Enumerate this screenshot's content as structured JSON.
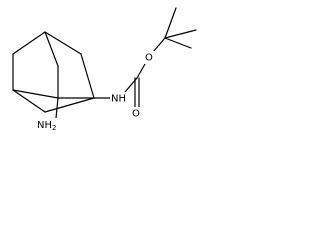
{
  "molecule": {
    "labels": {
      "nh2": "NH",
      "nh2_subscript": "2",
      "nh": "NH",
      "o_ester": "O",
      "o_carbonyl": "O"
    },
    "colors": {
      "bond": "#000000",
      "text": "#000000",
      "background": "#ffffff"
    }
  }
}
